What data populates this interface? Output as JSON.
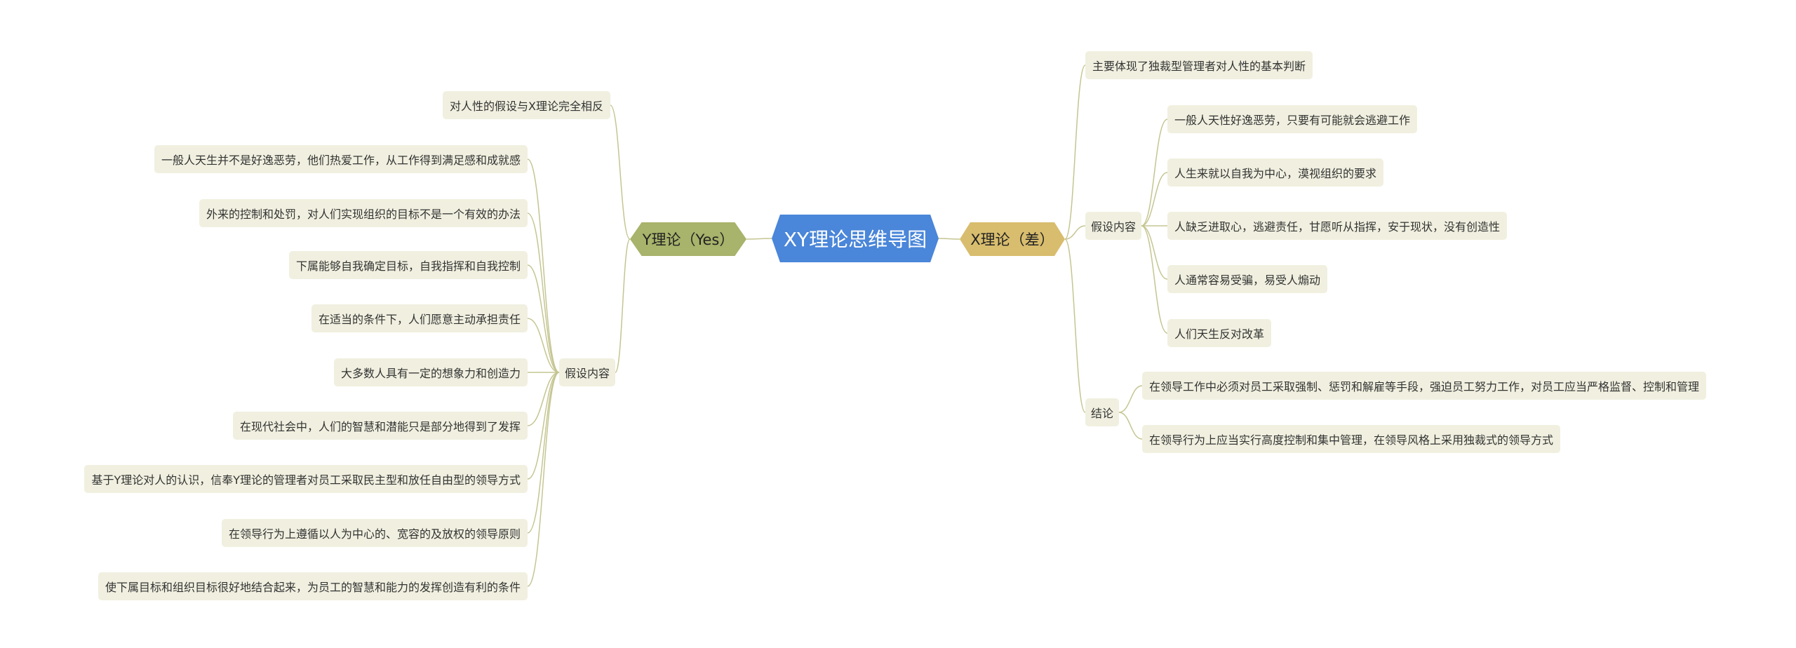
{
  "colors": {
    "root_bg": "#4a86d9",
    "y_branch_bg": "#a8b36b",
    "x_branch_bg": "#d8bd6e",
    "node_bg": "#f1f0e0",
    "connector": "#c5c592"
  },
  "root": {
    "label": "XY理论思维导图"
  },
  "y_branch": {
    "label": "Y理论（Yes）",
    "direct_item": "对人性的假设与X理论完全相反",
    "group": {
      "label": "假设内容",
      "items": [
        "一般人天生并不是好逸恶劳，他们热爱工作，从工作得到满足感和成就感",
        "外来的控制和处罚，对人们实现组织的目标不是一个有效的办法",
        "下属能够自我确定目标，自我指挥和自我控制",
        "在适当的条件下，人们愿意主动承担责任",
        "大多数人具有一定的想象力和创造力",
        "在现代社会中，人们的智慧和潜能只是部分地得到了发挥",
        "基于Y理论对人的认识，信奉Y理论的管理者对员工采取民主型和放任自由型的领导方式",
        "在领导行为上遵循以人为中心的、宽容的及放权的领导原则",
        "使下属目标和组织目标很好地结合起来，为员工的智慧和能力的发挥创造有利的条件"
      ]
    }
  },
  "x_branch": {
    "label": "X理论（差）",
    "direct_item": "主要体现了独裁型管理者对人性的基本判断",
    "assumptions": {
      "label": "假设内容",
      "items": [
        "一般人天性好逸恶劳，只要有可能就会逃避工作",
        "人生来就以自我为中心，漠视组织的要求",
        "人缺乏进取心，逃避责任，甘愿听从指挥，安于现状，没有创造性",
        "人通常容易受骗，易受人煽动",
        "人们天生反对改革"
      ]
    },
    "conclusion": {
      "label": "结论",
      "items": [
        "在领导工作中必须对员工采取强制、惩罚和解雇等手段，强迫员工努力工作，对员工应当严格监督、控制和管理",
        "在领导行为上应当实行高度控制和集中管理，在领导风格上采用独裁式的领导方式"
      ]
    }
  }
}
